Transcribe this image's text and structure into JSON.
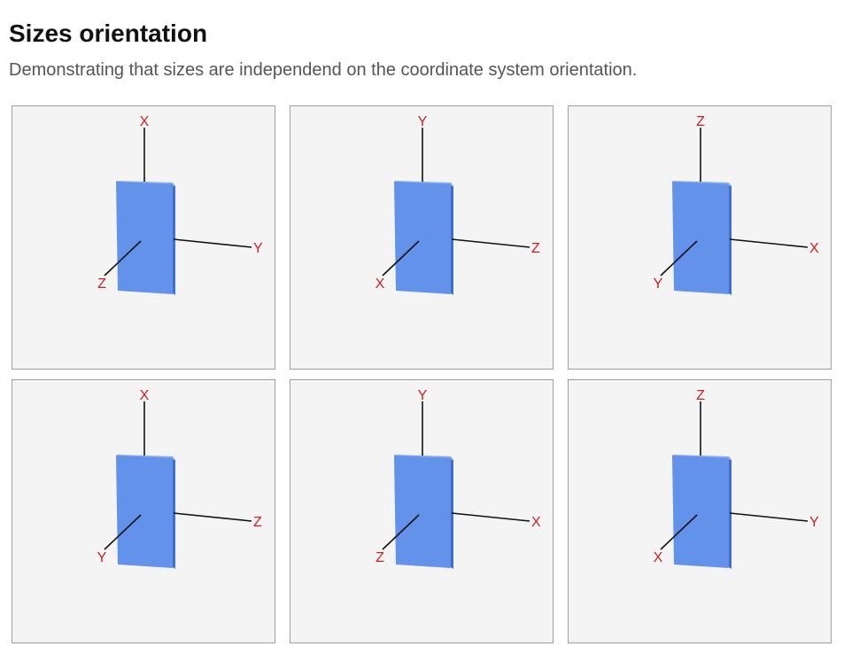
{
  "page": {
    "title": "Sizes orientation",
    "subtitle": "Demonstrating that sizes are independend on the coordinate system orientation."
  },
  "colors": {
    "axis_label": "#cc1f1f",
    "axis_line": "#111111",
    "box_front": "#6392ea",
    "box_side": "#3f6fd0",
    "box_top": "#86aaf0",
    "panel_bg": "#f4f4f4"
  },
  "panels": [
    {
      "up": "X",
      "right": "Y",
      "front": "Z"
    },
    {
      "up": "Y",
      "right": "Z",
      "front": "X"
    },
    {
      "up": "Z",
      "right": "X",
      "front": "Y"
    },
    {
      "up": "X",
      "right": "Z",
      "front": "Y"
    },
    {
      "up": "Y",
      "right": "X",
      "front": "Z"
    },
    {
      "up": "Z",
      "right": "Y",
      "front": "X"
    }
  ]
}
